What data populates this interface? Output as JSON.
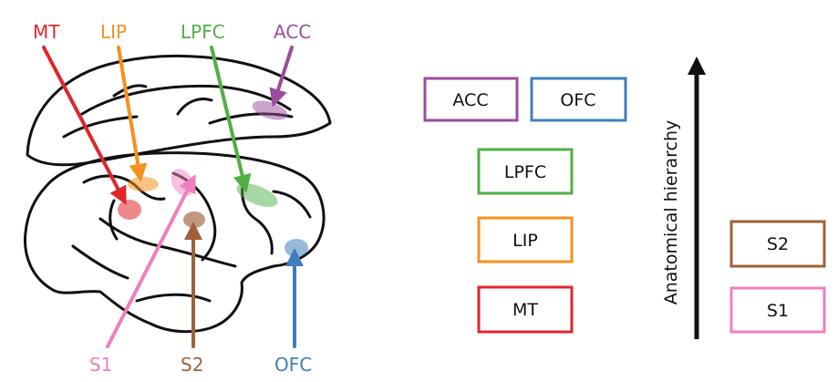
{
  "brain_labels": {
    "mt": "MT",
    "lip": "LIP",
    "lpfc": "LPFC",
    "acc": "ACC",
    "s1": "S1",
    "s2": "S2",
    "ofc": "OFC"
  },
  "hierarchy": {
    "axis_label": "Anatomical hierarchy",
    "boxes": {
      "acc": "ACC",
      "ofc": "OFC",
      "lpfc": "LPFC",
      "lip": "LIP",
      "mt": "MT",
      "s2": "S2",
      "s1": "S1"
    }
  },
  "colors": {
    "mt": "#e0262b",
    "lip": "#f7901e",
    "lpfc": "#4fb045",
    "acc": "#9a4c9e",
    "s1": "#ef7fbd",
    "s2": "#a0603a",
    "ofc": "#3f7fbf"
  }
}
